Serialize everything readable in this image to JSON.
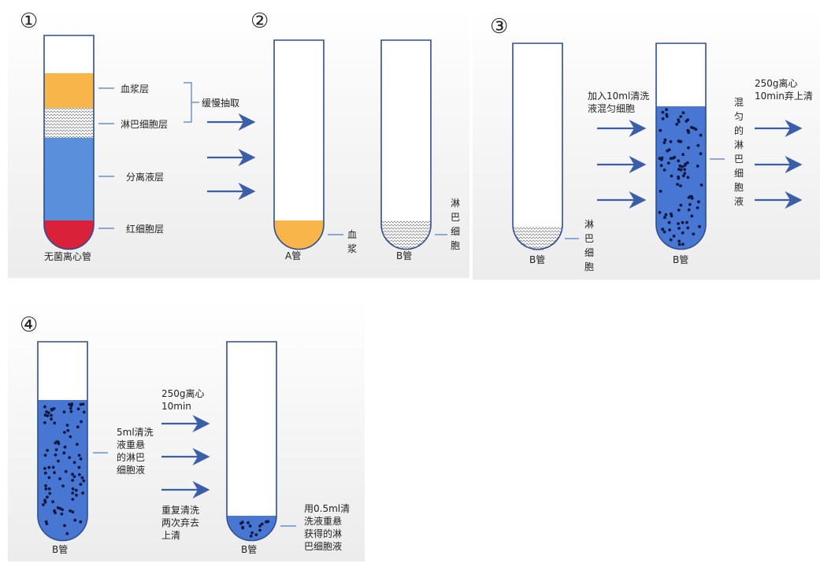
{
  "colors": {
    "tube_outline": "#2f4f8f",
    "arrow": "#3b5ea8",
    "plasma": "#f8b64a",
    "separation": "#5a8fdc",
    "red_cells": "#d9223a",
    "lymph_layer_pattern": "#666666",
    "suspension_blue": "#4877d3",
    "dot": "#101840",
    "panel_bg": "#f3f3f3"
  },
  "panels": {
    "p1": {
      "number": "①",
      "layers": {
        "plasma": "血浆层",
        "lymph": "淋巴细胞层",
        "separation": "分离液层",
        "red": "红细胞层"
      },
      "tube_label": "无菌离心管",
      "action": "缓慢抽取"
    },
    "p2": {
      "number": "②",
      "tube_a_label": "A管",
      "tube_a_content": "血浆",
      "tube_b_label": "B管",
      "tube_b_content": "淋巴细胞"
    },
    "p3": {
      "number": "③",
      "tube1_label": "B管",
      "tube1_content": "淋巴细胞",
      "step_text_1": "加入10ml清洗",
      "step_text_2": "液混匀细胞",
      "tube2_label": "B管",
      "tube2_content": "混匀的淋巴细胞液",
      "step2_text_1": "250g离心",
      "step2_text_2": "10min弃上清"
    },
    "p4": {
      "number": "④",
      "tube1_label": "B管",
      "tube1_lines": [
        "5ml清洗",
        "液重悬",
        "的淋巴",
        "细胞液"
      ],
      "step_top_1": "250g离心",
      "step_top_2": "10min",
      "step_bottom": [
        "重复清洗",
        "两次弃去",
        "上清"
      ],
      "tube2_label": "B管",
      "tube2_lines": [
        "用0.5ml清",
        "洗液重悬",
        "获得的淋",
        "巴细胞液"
      ]
    }
  }
}
